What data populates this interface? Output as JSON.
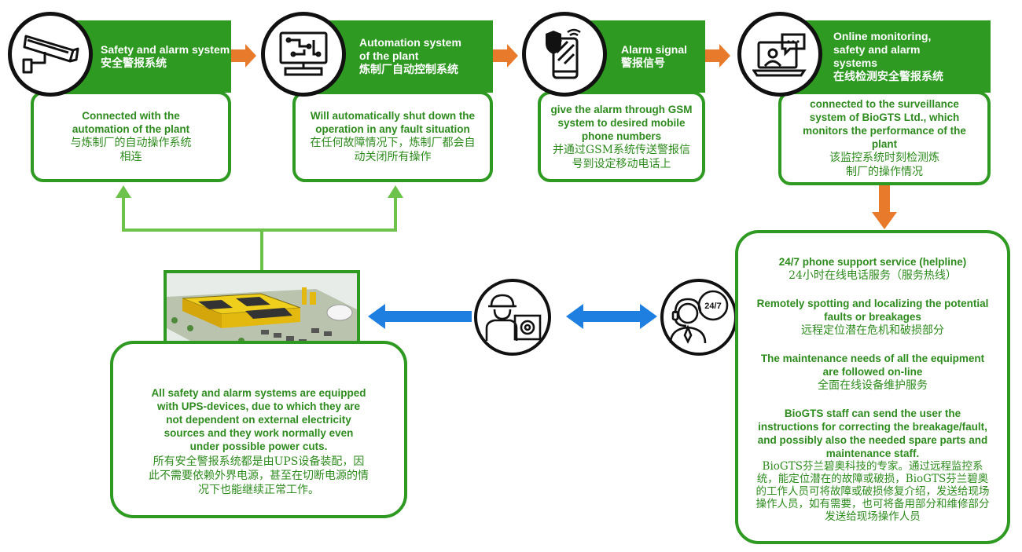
{
  "steps": [
    {
      "title_en": "Safety and alarm system",
      "title_cn": "安全警报系统",
      "body_en": "Connected with the automation of the plant",
      "body_cn": "与炼制厂的自动操作系统相连",
      "icon": "cctv-camera-icon"
    },
    {
      "title_en": "Automation system of the plant",
      "title_cn": "炼制厂自动控制系统",
      "body_en": "Will automatically shut down the operation in any fault situation",
      "body_cn": "在任何故障情况下，炼制厂都会自动关闭所有操作",
      "icon": "computer-monitor-icon"
    },
    {
      "title_en": "Alarm signal",
      "title_cn": "警报信号",
      "body_en": "give the alarm through GSM system to desired mobile phone numbers",
      "body_cn": "并通过GSM系统传送警报信号到设定移动电话上",
      "icon": "phone-alarm-icon"
    },
    {
      "title_en": "Online monitoring, safety and alarm systems",
      "title_cn": "在线检测安全警报系统",
      "body_en": "connected to the surveillance system of BioGTS Ltd., which monitors the performance of the plant",
      "body_cn": "该监控系统时刻检测炼制厂的操作情况",
      "icon": "laptop-chat-icon"
    }
  ],
  "ups": {
    "en": "All safety and alarm systems are equipped with UPS-devices, due to which they are not dependent on external electricity sources and they work normally even under possible power cuts.",
    "cn": "所有安全警报系统都是由UPS设备装配，因此不需要依赖外界电源，甚至在切断电源的情况下也能继续正常工作。"
  },
  "support": {
    "badge": "24/7",
    "items": [
      {
        "en": "24/7 phone support service (helpline)",
        "cn": "24小时在线电话服务（服务热线）"
      },
      {
        "en": "Remotely spotting and localizing the potential faults or breakages",
        "cn": "远程定位潜在危机和破损部分"
      },
      {
        "en": "The maintenance needs of all the equipment are followed on-line",
        "cn": "全面在线设备维护服务"
      },
      {
        "en": "BioGTS staff can send the user the instructions for correcting the breakage/fault, and possibly also the needed spare parts and maintenance staff.",
        "cn": "BioGTS芬兰碧奥科技的专家。通过远程监控系 统，能定位潜在的故障或破损，BioGTS芬兰碧奥的工作人员可将故障或破损修复介绍，发送给现场操作人员，如有需要，也可将备用部分和维修部分发送给现场操作人员"
      }
    ]
  },
  "colors": {
    "green": "#2f9a22",
    "light_green": "#6cc24a",
    "orange": "#e87a2c",
    "blue": "#1f7fe0"
  },
  "icons": [
    "cctv-camera-icon",
    "computer-monitor-icon",
    "phone-alarm-icon",
    "laptop-chat-icon",
    "technician-icon",
    "support-agent-icon"
  ]
}
